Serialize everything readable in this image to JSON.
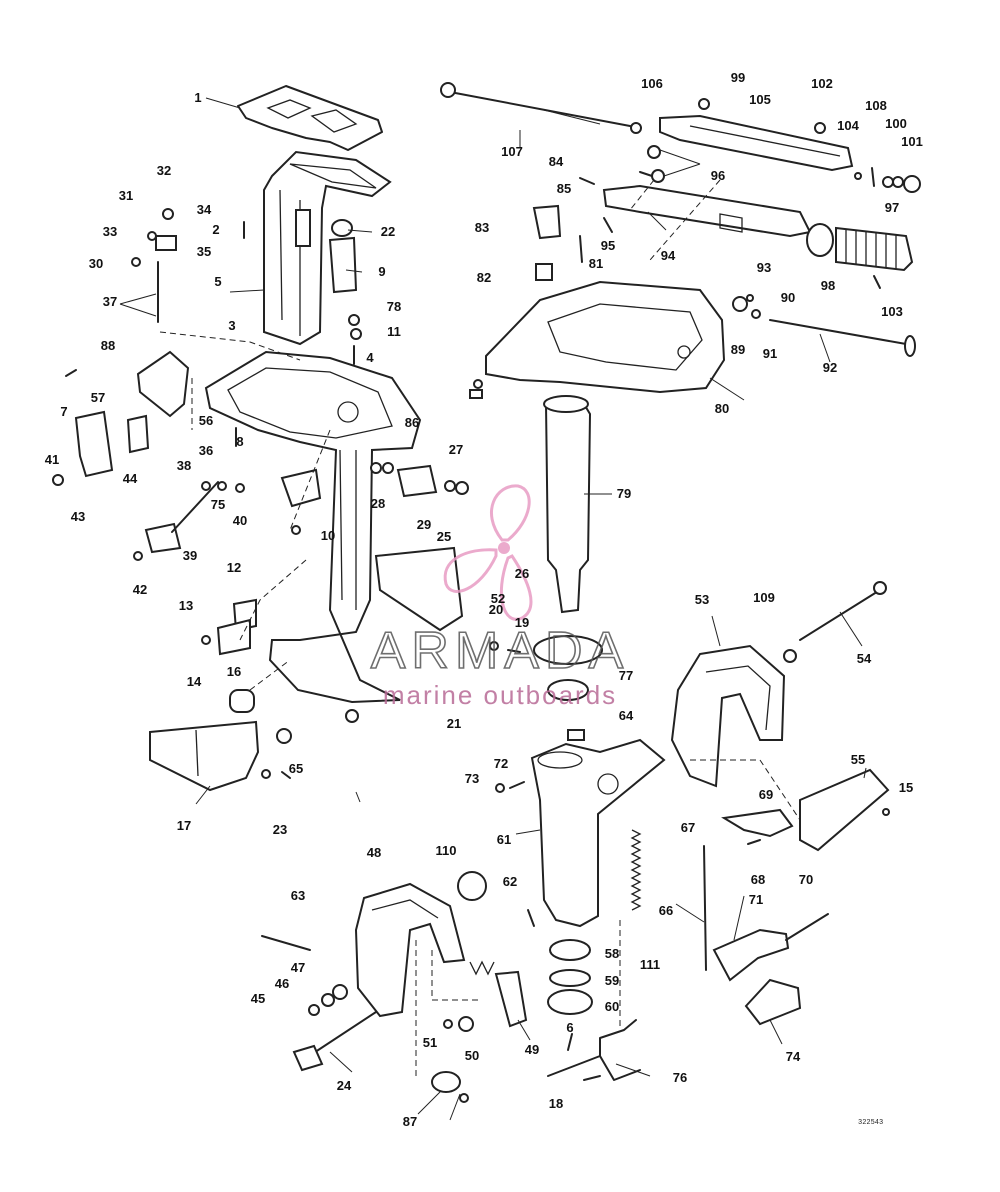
{
  "diagram": {
    "callouts": [
      "1",
      "2",
      "3",
      "4",
      "5",
      "6",
      "7",
      "8",
      "9",
      "10",
      "11",
      "12",
      "13",
      "14",
      "15",
      "16",
      "17",
      "18",
      "19",
      "20",
      "21",
      "22",
      "23",
      "24",
      "25",
      "26",
      "27",
      "28",
      "29",
      "30",
      "31",
      "32",
      "33",
      "34",
      "35",
      "36",
      "37",
      "38",
      "39",
      "40",
      "41",
      "42",
      "43",
      "44",
      "45",
      "46",
      "47",
      "48",
      "49",
      "50",
      "51",
      "52",
      "53",
      "54",
      "55",
      "56",
      "57",
      "58",
      "59",
      "60",
      "61",
      "62",
      "63",
      "64",
      "65",
      "66",
      "67",
      "68",
      "69",
      "70",
      "71",
      "72",
      "73",
      "74",
      "75",
      "76",
      "77",
      "78",
      "79",
      "80",
      "81",
      "82",
      "83",
      "84",
      "85",
      "86",
      "87",
      "88",
      "89",
      "90",
      "91",
      "92",
      "93",
      "94",
      "95",
      "96",
      "97",
      "98",
      "99",
      "100",
      "101",
      "102",
      "103",
      "104",
      "105",
      "106",
      "107",
      "108",
      "109",
      "110",
      "111"
    ],
    "drawing_number": "322543"
  },
  "watermark": {
    "brand": "ARMADA",
    "tagline": "marine outboards",
    "color": "#e89cc4"
  }
}
